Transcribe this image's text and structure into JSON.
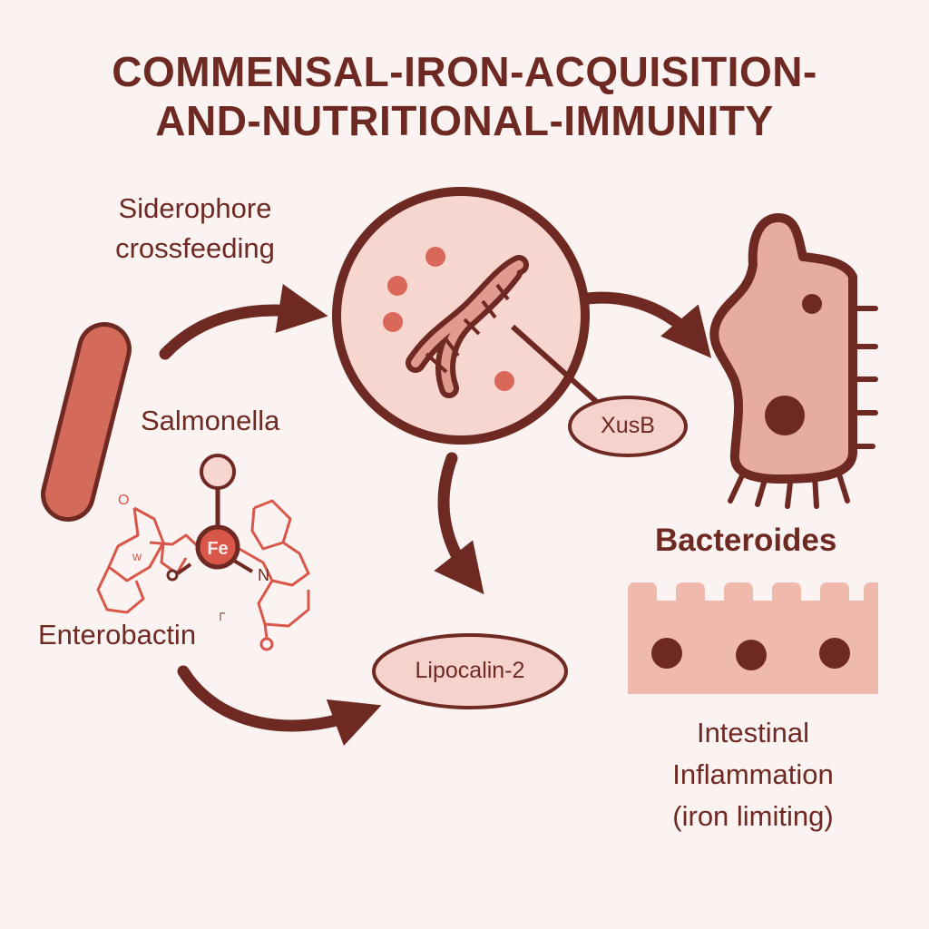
{
  "title": {
    "line1": "COMMENSAL-IRON-ACQUISITION-",
    "line2": "AND-NUTRITIONAL-IMMUNITY"
  },
  "labels": {
    "siderophore_line1": "Siderophore",
    "siderophore_line2": "crossfeeding",
    "salmonella": "Salmonella",
    "enterobactin": "Enterobactin",
    "bacteroides": "Bacteroides",
    "xusb": "XusB",
    "lipocalin": "Lipocalin-2",
    "inflammation_line1": "Intestinal",
    "inflammation_line2": "Inflammation",
    "inflammation_line3": "(iron limiting)"
  },
  "chem": {
    "fe": "Fe",
    "n": "N",
    "o": "O",
    "w": "w",
    "mark": "┌"
  },
  "colors": {
    "background": "#fbf3f1",
    "dark_red": "#6e2a22",
    "salmonella_fill": "#d46a5a",
    "circle_fill": "#f8d6d0",
    "dots": "#d9675a",
    "bacteroides_fill": "#e6aca2",
    "epithelium_fill": "#f0b9ae",
    "chem_red": "#d9574a",
    "pill_fill": "#f6d2cc"
  }
}
